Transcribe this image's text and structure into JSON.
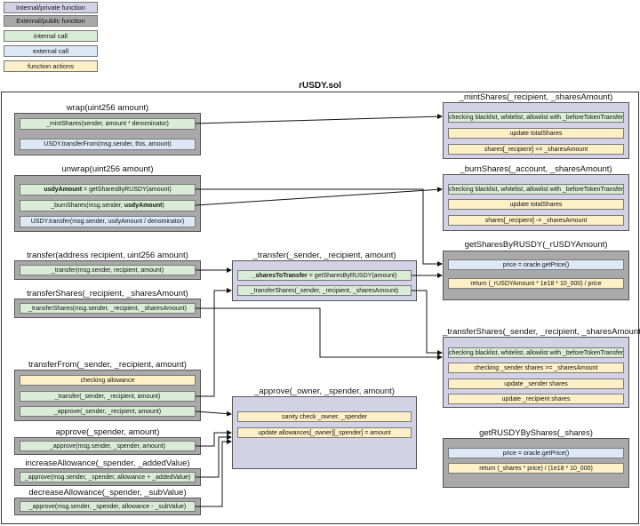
{
  "legend": {
    "internal_private": "Internal/private function",
    "external_public": "External/public function",
    "internal_call": "internal call",
    "external_call": "external call",
    "function_actions": "function actions"
  },
  "diagram_title": "rUSDY.sol",
  "wrap": {
    "title": "wrap(uint256 amount)",
    "call1": "_mintShares(sender, amount * denominator)",
    "call2": "USDY.transferFrom(msg.sender, this, amount)"
  },
  "unwrap": {
    "title": "unwrap(uint256 amount)",
    "call1_bold": "usdyAmount",
    "call1_rest": " = getSharesByRUSDY(amount)",
    "call2_prefix": "_burnShares(msg.sender, ",
    "call2_bold": "usdyAmount",
    "call2_suffix": ")",
    "call3": "USDY.transfer(msg.sender, usdyAmount / denominator)"
  },
  "transfer": {
    "title": "transfer(address recipient, uint256 amount)",
    "call1": "_transfer(msg.sender, recipient, amount)"
  },
  "transferShares": {
    "title": "transferShares(_recipient, _sharesAmount)",
    "call1": "_transferShares(msg.sender, _recipient, _sharesAmount)"
  },
  "transferFrom": {
    "title": "transferFrom(_sender, _recipient, amount)",
    "act1": "checking allowance",
    "call1": "_transfer(_sender, _recipient, amount)",
    "call2": "_approve(_sender, _recipient, amount)"
  },
  "approve": {
    "title": "approve(_spender, amount)",
    "call1": "_approve(msg.sender, _spender, amount)"
  },
  "increaseAllowance": {
    "title": "increaseAllowance(_spender, _addedValue)",
    "call1": "_approve(msg.sender, _spender, allowance + _addedValue)"
  },
  "decreaseAllowance": {
    "title": "decreaseAllowance(_spender, _subValue)",
    "call1": "_approve(msg.sender, _spender, allowance - _subValue)"
  },
  "internal_transfer": {
    "title": "_transfer(_sender, _recipient, amount)",
    "call1_bold": "_sharesToTransfer",
    "call1_rest": " = getSharesByRUSDY(amount)",
    "call2": "_transferShares(_sender, _recipient, _sharesAmount)"
  },
  "internal_approve": {
    "title": "_approve(_owner, _spender, amount)",
    "act1": "sanity check _owner, _spender",
    "act2": "update allowances[_owner][_spender] = amount"
  },
  "mintShares": {
    "title": "_mintShares(_recipient, _sharesAmount)",
    "call1": "checking blacklist, whitelist, allowlist with _beforeTokenTransfer",
    "act1": "update totalShares",
    "act2": "shares[_recipient] += _sharesAmount"
  },
  "burnShares": {
    "title": "_burnShares(_account, _sharesAmount)",
    "call1": "checking blacklist, whitelist, allowlist with _beforeTokenTransfer",
    "act1": "update totalShares",
    "act2": "shares[_recipient] -= _sharesAmount"
  },
  "getSharesByRUSDY": {
    "title": "getSharesByRUSDY(_rUSDYAmount)",
    "call1": "price = oracle.getPrice()",
    "act1": "return (_rUSDYAmount * 1e18 * 10_000) / price"
  },
  "internal_transferShares": {
    "title": "_transferShares(_sender, _recipient, _sharesAmount)",
    "call1": "checking blacklist, whitelist, allowlist with _beforeTokenTransfer",
    "act1": "checking _sender shares >= _sharesAmount",
    "act2": "update _sender shares",
    "act3": "update _recipient shares"
  },
  "getRUSDYByShares": {
    "title": "getRUSDYByShares(_shares)",
    "call1": "price = oracle.getPrice()",
    "act1": "return (_shares * price) / (1e18 * 10_000)"
  }
}
